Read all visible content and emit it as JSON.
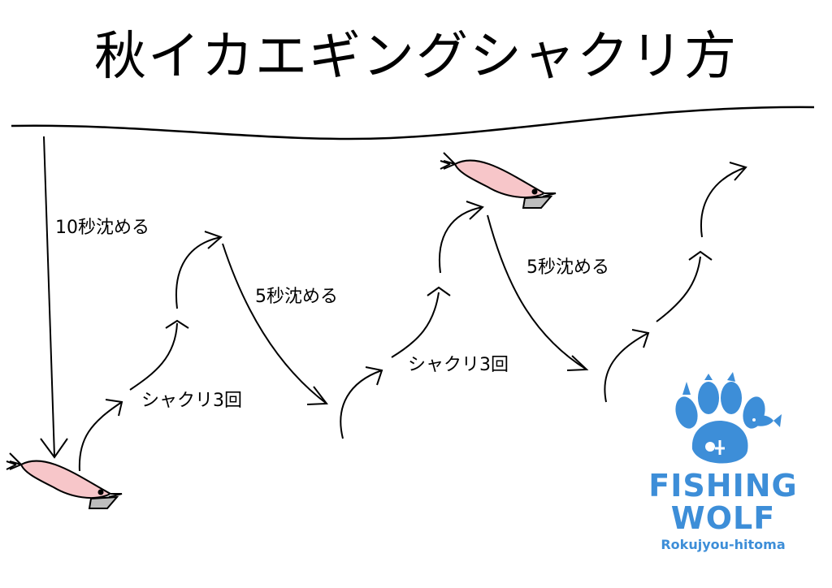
{
  "title": "秋イカエギングシャクリ方",
  "labels": {
    "sink_10s": "10秒沈める",
    "sink_5s_a": "5秒沈める",
    "sink_5s_b": "5秒沈める",
    "jerk_3_a": "シャクリ3回",
    "jerk_3_b": "シャクリ3回"
  },
  "logo": {
    "line1": "FISHING",
    "line2": "WOLF",
    "sub": "Rokujyou-hitoma"
  },
  "colors": {
    "lure_body": "#f7c6c9",
    "lure_fin": "#bdbdbd",
    "logo": "#3d8ed8"
  }
}
